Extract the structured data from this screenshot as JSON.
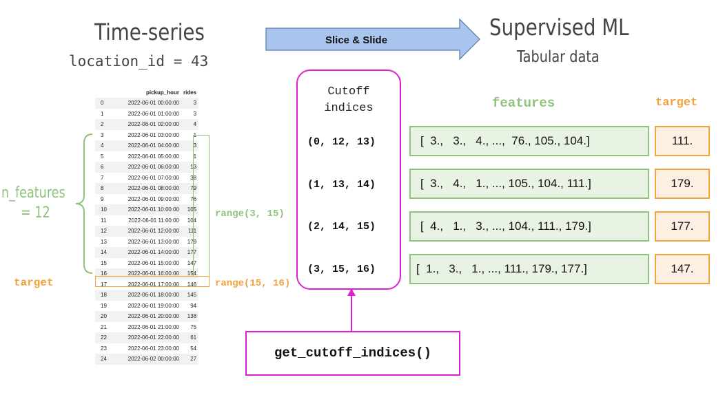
{
  "left_title": "Time-series",
  "left_subtitle": "location_id = 43",
  "arrow_label": "Slice & Slide",
  "right_title": "Supervised ML",
  "right_subtitle": "Tabular data",
  "table": {
    "headers": [
      "",
      "pickup_hour",
      "rides"
    ],
    "rows": [
      [
        "0",
        "2022-06-01 00:00:00",
        "3"
      ],
      [
        "1",
        "2022-06-01 01:00:00",
        "3"
      ],
      [
        "2",
        "2022-06-01 02:00:00",
        "4"
      ],
      [
        "3",
        "2022-06-01 03:00:00",
        "1"
      ],
      [
        "4",
        "2022-06-01 04:00:00",
        "3"
      ],
      [
        "5",
        "2022-06-01 05:00:00",
        "1"
      ],
      [
        "6",
        "2022-06-01 06:00:00",
        "13"
      ],
      [
        "7",
        "2022-06-01 07:00:00",
        "38"
      ],
      [
        "8",
        "2022-06-01 08:00:00",
        "79"
      ],
      [
        "9",
        "2022-06-01 09:00:00",
        "76"
      ],
      [
        "10",
        "2022-06-01 10:00:00",
        "105"
      ],
      [
        "11",
        "2022-06-01 11:00:00",
        "104"
      ],
      [
        "12",
        "2022-06-01 12:00:00",
        "111"
      ],
      [
        "13",
        "2022-06-01 13:00:00",
        "179"
      ],
      [
        "14",
        "2022-06-01 14:00:00",
        "177"
      ],
      [
        "15",
        "2022-06-01 15:00:00",
        "147"
      ],
      [
        "16",
        "2022-06-01 16:00:00",
        "154"
      ],
      [
        "17",
        "2022-06-01 17:00:00",
        "146"
      ],
      [
        "18",
        "2022-06-01 18:00:00",
        "145"
      ],
      [
        "19",
        "2022-06-01 19:00:00",
        "94"
      ],
      [
        "20",
        "2022-06-01 20:00:00",
        "138"
      ],
      [
        "21",
        "2022-06-01 21:00:00",
        "75"
      ],
      [
        "22",
        "2022-06-01 22:00:00",
        "61"
      ],
      [
        "23",
        "2022-06-01 23:00:00",
        "54"
      ],
      [
        "24",
        "2022-06-02 00:00:00",
        "27"
      ]
    ]
  },
  "n_features_label": "n_features",
  "n_features_value": "= 12",
  "target_left_label": "target",
  "range_features": "range(3, 15)",
  "range_target": "range(15, 16)",
  "cutoff_header_line1": "Cutoff",
  "cutoff_header_line2": "indices",
  "cutoff_tuples": [
    "(0, 12, 13)",
    "(1, 13, 14)",
    "(2, 14, 15)",
    "(3, 15, 16)"
  ],
  "features_header": "features",
  "target_header": "target",
  "feature_rows": [
    "[  3.,   3.,   4., ...,  76., 105., 104.]",
    "[  3.,   4.,   1., ..., 105., 104., 111.]",
    "[  4.,   1.,   3., ..., 104., 111., 179.]",
    "[  1.,   3.,   1., ..., 111., 179., 177.]"
  ],
  "target_values": [
    "111.",
    "179.",
    "177.",
    "147."
  ],
  "function_label": "get_cutoff_indices()",
  "colors": {
    "green": "#8fc27a",
    "orange": "#f3a23c",
    "magenta": "#e020d0",
    "arrow_fill": "#a9c5ee",
    "arrow_stroke": "#5577aa"
  }
}
